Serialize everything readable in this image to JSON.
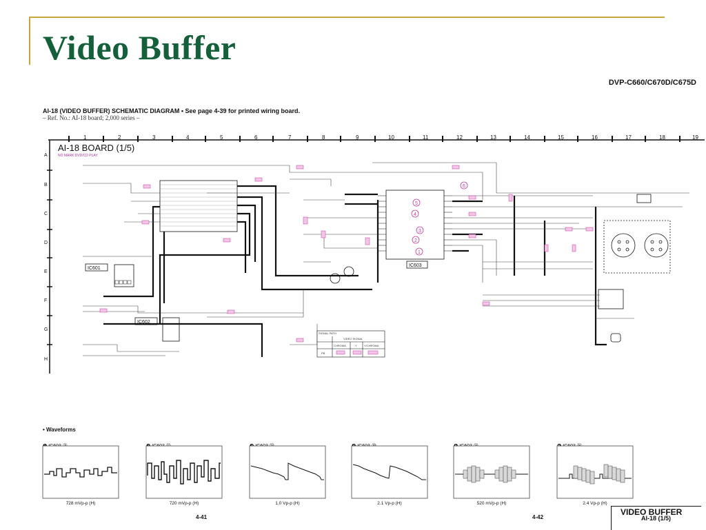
{
  "slide": {
    "title": "Video Buffer",
    "model": "DVP-C660/C670D/C675D",
    "heading": "AI-18 (VIDEO BUFFER) SCHEMATIC DIAGRAM • See page 4-39 for printed wiring board.",
    "ref": "– Ref. No.: AI-18 board; 2,000 series –",
    "board_label": "AI-18 BOARD (1/5)",
    "board_sub": "NO MARK:DVD/CD PLAY"
  },
  "grid": {
    "columns": [
      "1",
      "2",
      "3",
      "4",
      "5",
      "6",
      "7",
      "8",
      "9",
      "10",
      "11",
      "12",
      "13",
      "14",
      "15",
      "16",
      "17",
      "18",
      "19"
    ],
    "rows": [
      "A",
      "B",
      "C",
      "D",
      "E",
      "F",
      "G",
      "H"
    ]
  },
  "components": {
    "ic601": "IC601",
    "ic602": "IC602",
    "ic603": "IC603",
    "markers": [
      "6",
      "5",
      "4",
      "3",
      "2",
      "1"
    ],
    "signal_path": {
      "title": "SIGNAL PATH",
      "video_signal": "VIDEO SIGNAL",
      "cols": [
        "CHROMA",
        "Y",
        "Y/CHROMA"
      ],
      "row": "PB"
    }
  },
  "waveforms": {
    "label": "• Waveforms",
    "items": [
      {
        "id": "1",
        "ic": "IC603",
        "pin": "㉑",
        "amp": "728 mVp-p (H)"
      },
      {
        "id": "2",
        "ic": "IC603",
        "pin": "㉒",
        "amp": "720 mVp-p (H)"
      },
      {
        "id": "3",
        "ic": "IC603",
        "pin": "㉓",
        "amp": "1.0 Vp-p (H)"
      },
      {
        "id": "4",
        "ic": "IC603",
        "pin": "⑳",
        "amp": "2.1 Vp-p (H)"
      },
      {
        "id": "5",
        "ic": "IC603",
        "pin": "㉔",
        "amp": "520 mVp-p (H)"
      },
      {
        "id": "6",
        "ic": "IC603",
        "pin": "㉖",
        "amp": "2.4 Vp-p (H)"
      }
    ]
  },
  "footer": {
    "page_left": "4-41",
    "page_right": "4-42",
    "title": "VIDEO BUFFER",
    "sub": "AI-18 (1/5)"
  }
}
